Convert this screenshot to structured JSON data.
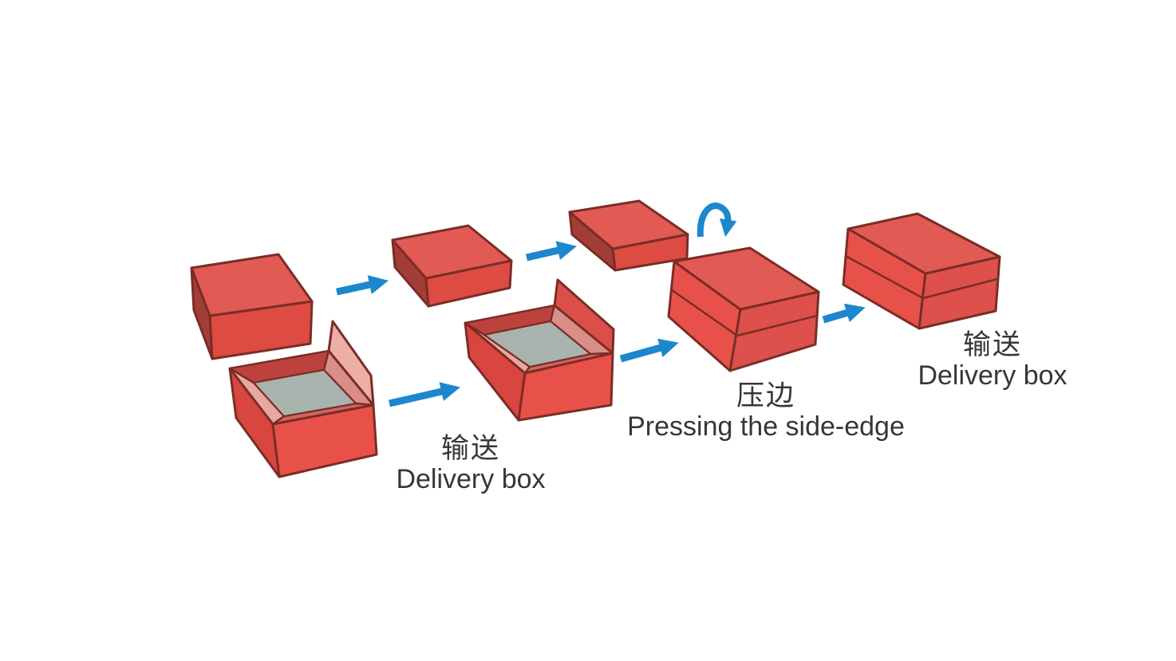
{
  "labels": {
    "delivery1": {
      "zh": "输送",
      "en": "Delivery box"
    },
    "pressing": {
      "zh": "压边",
      "en": "Pressing the side-edge"
    },
    "delivery2": {
      "zh": "输送",
      "en": "Delivery box"
    }
  },
  "colors": {
    "boxTop": "#e25a54",
    "boxFrontBright": "#e8514a",
    "boxFrontDark": "#d8463f",
    "boxRight": "#dd504b",
    "lidFront": "#dd4b43",
    "lidSide": "#a33d38",
    "outline": "#7a2d26",
    "innerBackWall": "#bd423d",
    "innerLightWall": "#e7a89f",
    "innerMidWall": "#d98e87",
    "innerFrontLip": "#cf665f",
    "floorGrey": "#a9b3ae",
    "flapPink": "#ecafa8",
    "flapRed": "#db4f48",
    "arrowBlue": "#1d87cd",
    "textColor": "#3a3533"
  }
}
